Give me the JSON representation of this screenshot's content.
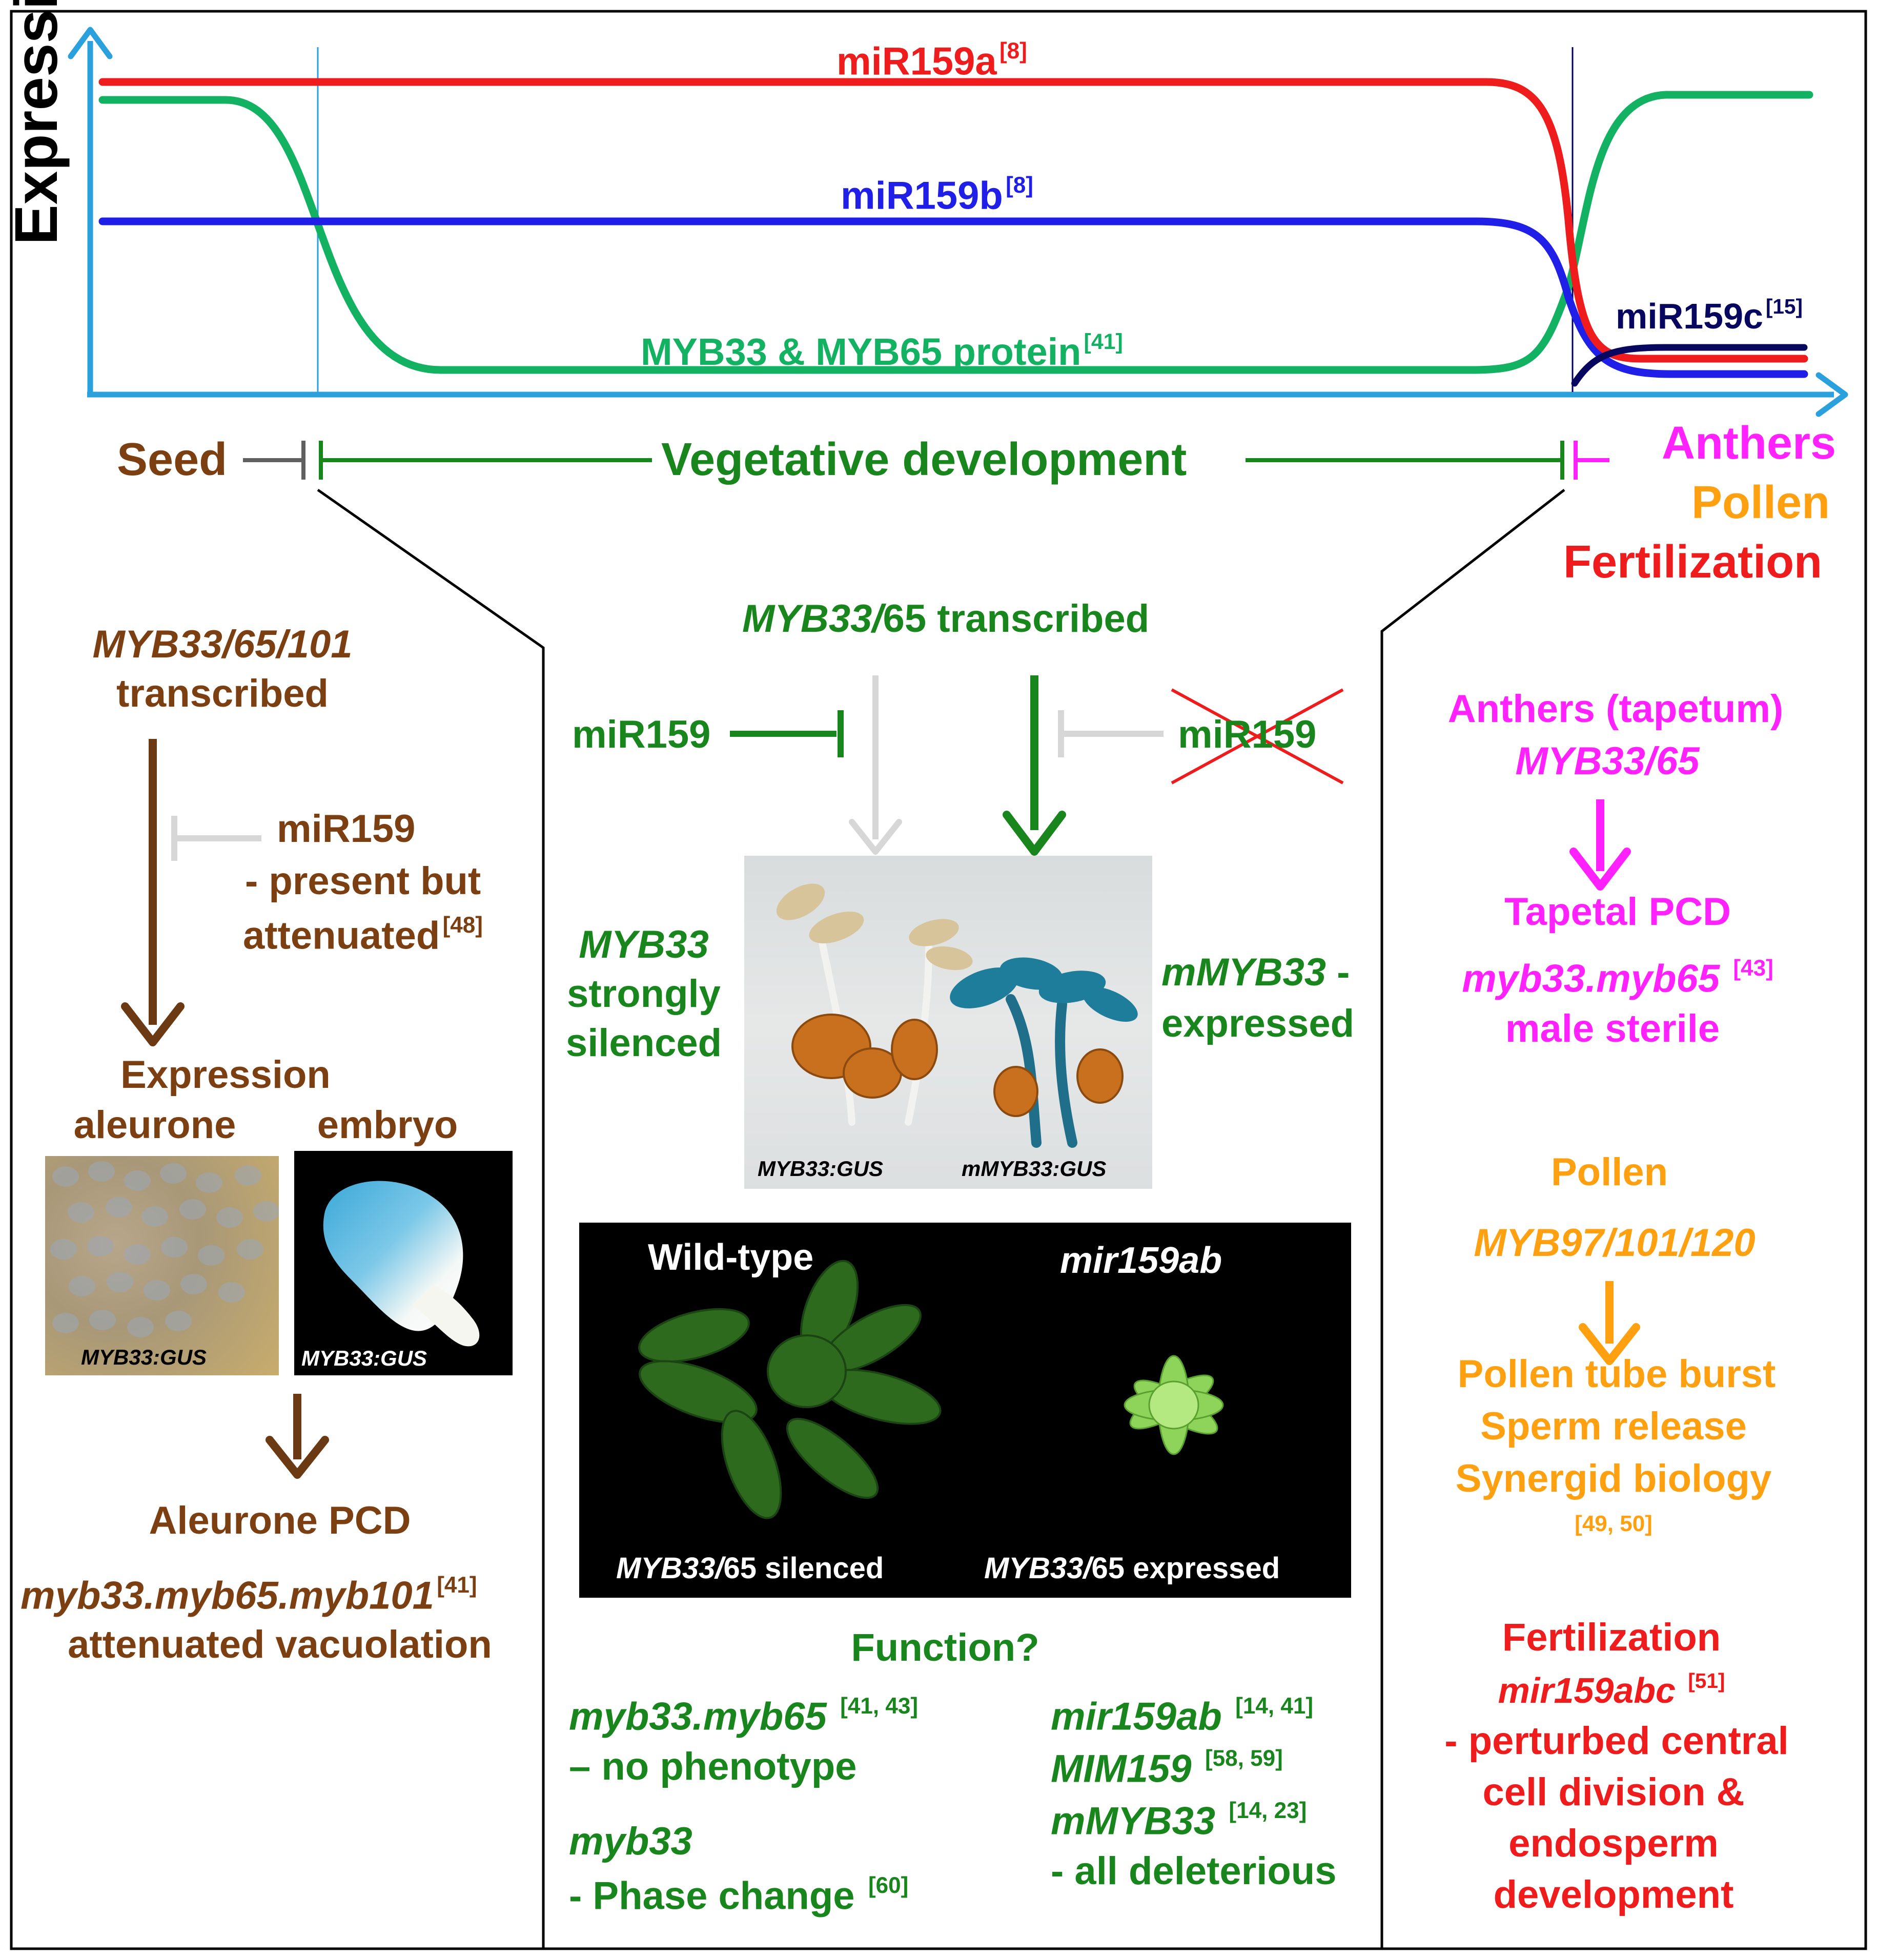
{
  "colors": {
    "red": "#ee1c1c",
    "blue": "#1f1fe8",
    "green": "#12b262",
    "navy": "#07075f",
    "axis": "#2aa0dc",
    "brown": "#7b3f12",
    "dark_green": "#18861c",
    "magenta": "#ff22ff",
    "orange": "#ffa010",
    "grey": "#d7d7d7"
  },
  "graph": {
    "ylabel": "Expression",
    "mir159a": {
      "text": "miR159a",
      "ref": "[8]"
    },
    "mir159b": {
      "text": "miR159b",
      "ref": "[8]"
    },
    "mir159c": {
      "text": "miR159c",
      "ref": "[15]"
    },
    "myb_protein": {
      "text": "MYB33 & MYB65 protein",
      "ref": "[41]"
    }
  },
  "stages": {
    "seed": "Seed",
    "vegetative": "Vegetative development",
    "anthers": "Anthers",
    "pollen": "Pollen",
    "fertilization": "Fertilization"
  },
  "seed_panel": {
    "title_gene": "MYB33/65/101",
    "title_text": "transcribed",
    "mir159": "miR159",
    "attenuated_1": "- present but",
    "attenuated_2": "attenuated",
    "attenuated_ref": "[48]",
    "expression": "Expression",
    "aleurone": "aleurone",
    "embryo": "embryo",
    "photo_caption": "MYB33:GUS",
    "aleurone_pcd": "Aleurone PCD",
    "mutant": "myb33.myb65.myb101",
    "mutant_ref": "[41]",
    "vacuolation": "attenuated vacuolation"
  },
  "veg_panel": {
    "title_gene": "MYB33/",
    "title_num": "65",
    "title_text": "transcribed",
    "mir159_left": "miR159",
    "mir159_right": "miR159",
    "myb33_label": "MYB33",
    "silenced_1": "strongly",
    "silenced_2": "silenced",
    "mmyb33_label": "mMYB33",
    "expressed_dash": "-",
    "expressed": "expressed",
    "seedling_left": "MYB33:GUS",
    "seedling_right": "mMYB33:GUS",
    "wild_type": "Wild-type",
    "mutant_label": "mir159ab",
    "caption_left_gene": "MYB33/",
    "caption_left_num": "65",
    "caption_left_text": "silenced",
    "caption_right_gene": "MYB33/",
    "caption_right_num": "65",
    "caption_right_text": "expressed",
    "function": "Function?",
    "f1_gene": "myb33.myb65",
    "f1_ref": "[41, 43]",
    "f1_text": "– no phenotype",
    "f2_gene": "myb33",
    "f2_text": "- Phase change",
    "f2_ref": "[60]",
    "f3_gene": "mir159ab",
    "f3_ref": "[14, 41]",
    "f4_gene": "MIM159",
    "f4_ref": "[58, 59]",
    "f5_gene": "mMYB33",
    "f5_ref": "[14, 23]",
    "f6_text": "- all deleterious"
  },
  "repro_panel": {
    "anthers_title": "Anthers (tapetum)",
    "anthers_gene": "MYB33/65",
    "tapetal_pcd": "Tapetal PCD",
    "anthers_mutant": "myb33.myb65",
    "anthers_ref": "[43]",
    "male_sterile": "male sterile",
    "pollen_title": "Pollen",
    "pollen_gene": "MYB97/101/120",
    "pollen_1": "Pollen tube burst",
    "pollen_2": "Sperm release",
    "pollen_3": "Synergid biology",
    "pollen_ref": "[49, 50]",
    "fert_title": "Fertilization",
    "fert_gene": "mir159abc",
    "fert_ref": "[51]",
    "fert_1": "- perturbed central",
    "fert_2": "cell division &",
    "fert_3": "endosperm",
    "fert_4": "development"
  }
}
